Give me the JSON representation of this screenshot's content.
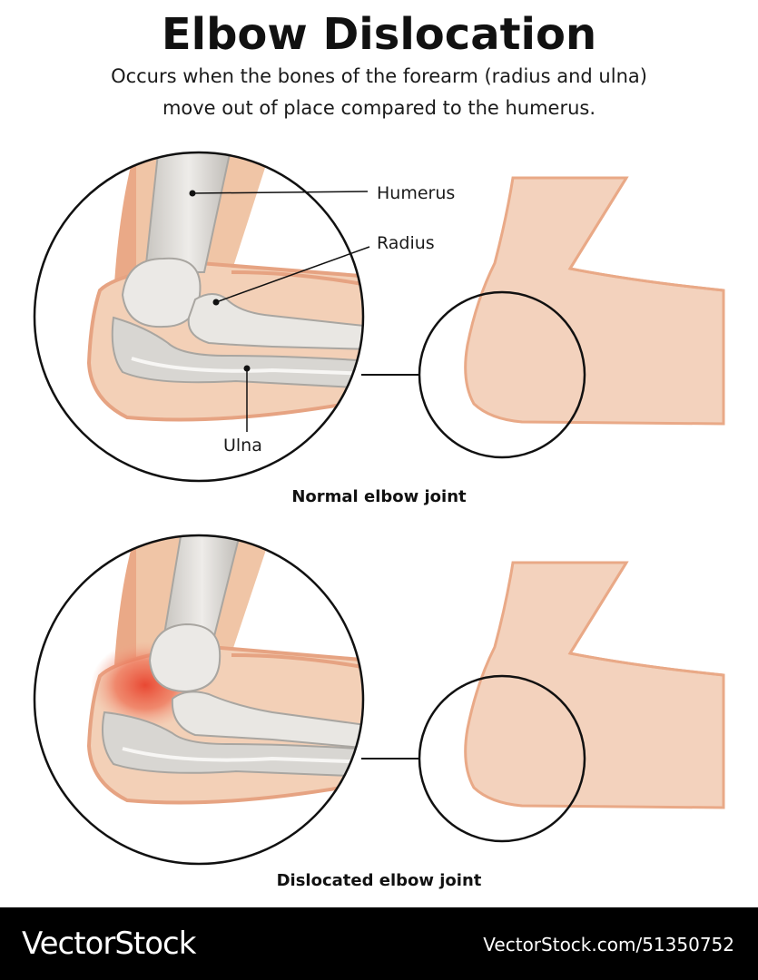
{
  "title": "Elbow Dislocation",
  "subtitle_line1": "Occurs when the bones of the forearm (radius and ulna)",
  "subtitle_line2": "move out of place compared to the humerus.",
  "labels": {
    "humerus": "Humerus",
    "radius": "Radius",
    "ulna": "Ulna"
  },
  "captions": {
    "normal": "Normal elbow joint",
    "dislocated": "Dislocated elbow joint"
  },
  "footer": {
    "brand": "VectorStock",
    "id": "VectorStock.com/51350752"
  },
  "colors": {
    "skin": "#f0c7a8",
    "skin_light": "#f5d5c0",
    "skin_edge": "#e6a382",
    "bone": "#e2e0dc",
    "bone_shade": "#b9b6b1",
    "inflammation": "#e8412c",
    "footer_bg": "#000000"
  }
}
